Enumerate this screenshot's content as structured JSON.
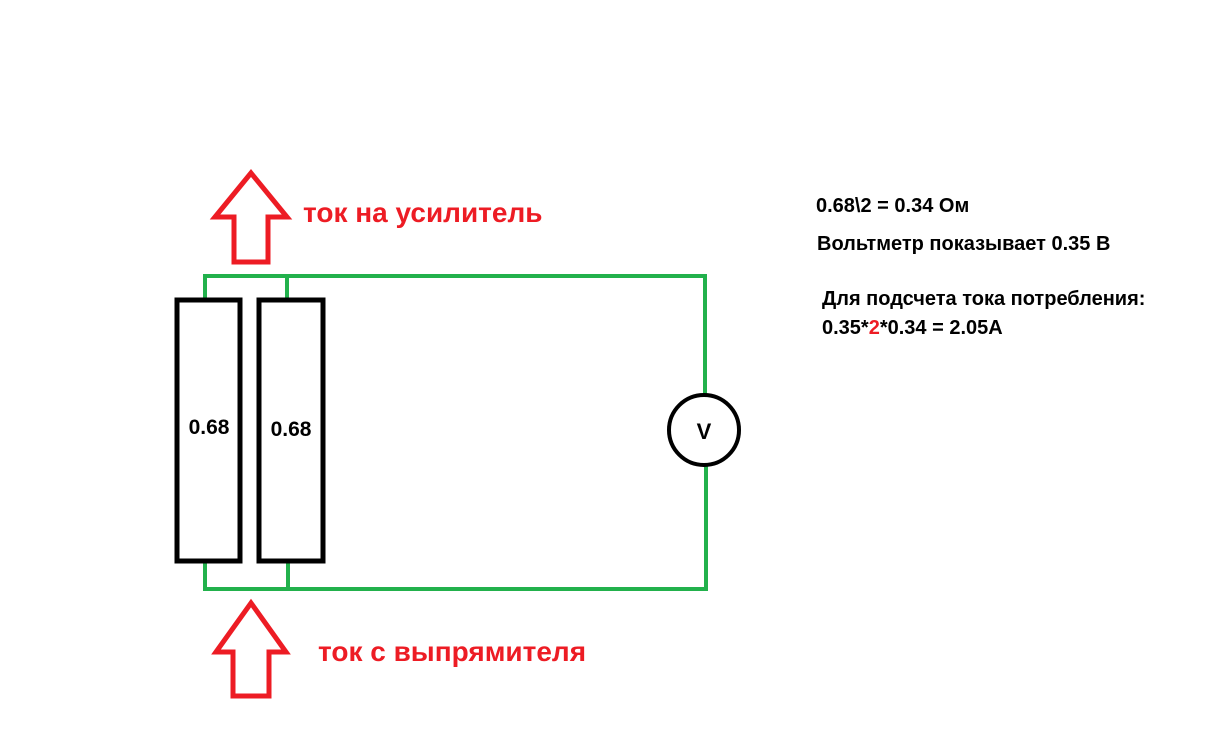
{
  "colors": {
    "wire": "#22b14c",
    "arrow": "#ed1c24",
    "resistor": "#000000",
    "highlight": "#ed1c24"
  },
  "labels": {
    "current_out": "ток на усилитель",
    "current_in": "ток с выпрямителя",
    "voltmeter_symbol": "V"
  },
  "resistors": [
    {
      "value": "0.68"
    },
    {
      "value": "0.68"
    }
  ],
  "notes": {
    "line1": "0.68\\2 = 0.34 Ом",
    "line2": "Вольтметр показывает 0.35 В",
    "line3": "Для подсчета тока потребления:",
    "line4": {
      "part1": "0.35*",
      "highlight": "2",
      "part2": "*0.34 = 2.05А"
    }
  }
}
